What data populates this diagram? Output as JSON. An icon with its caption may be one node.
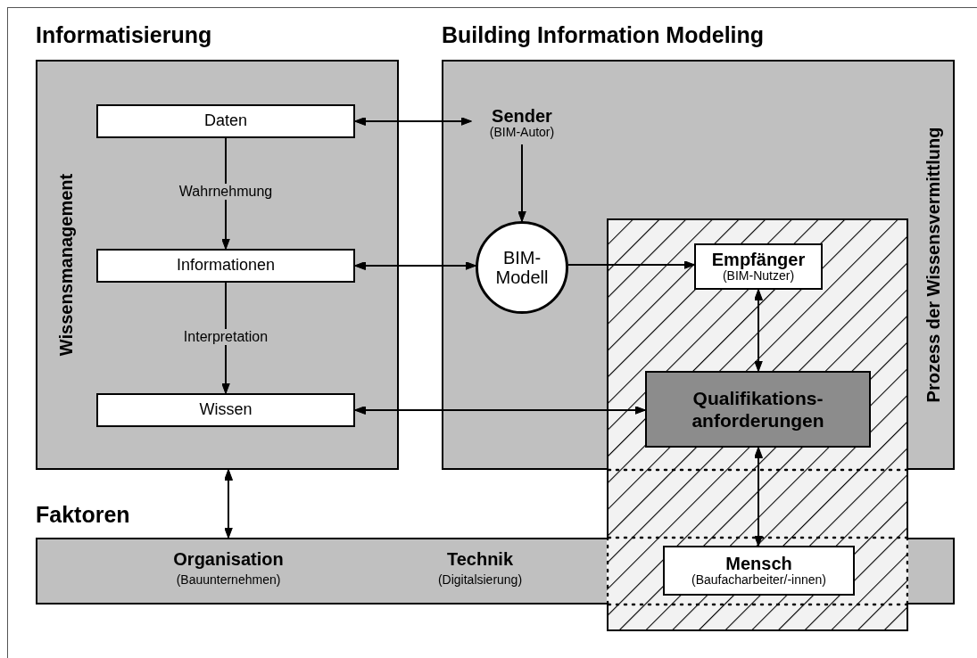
{
  "diagram": {
    "nodes": [
      {
        "text": [
          "Informatisierung",
          "Wissensmanagement"
        ]
      },
      {
        "text": [
          "Daten"
        ],
        "in": 0
      },
      {
        "text": [
          "Informationen"
        ],
        "in": 0
      },
      {
        "text": [
          "Wissen"
        ],
        "in": 0
      },
      {
        "text": [
          "Building Information Modeling",
          "Prozess der Wissensvermittlung"
        ]
      },
      {
        "text": [
          "Sender",
          "(BIM-Autor)"
        ],
        "in": 4
      },
      {
        "text": [
          "BIM- Modell"
        ],
        "in": 4
      },
      {
        "text": [
          "Empfänger",
          "(BIM-Nutzer)"
        ],
        "in": 4
      },
      {
        "text": [
          "Qualifikations- anforderungen"
        ],
        "in": 4
      },
      {
        "text": [
          "Faktoren",
          "Organisation",
          "(Bauunternehmen)",
          "Technik",
          "(Digitalsierung)"
        ]
      },
      {
        "text": [
          "Mensch",
          "(Baufacharbeiter/-innen)"
        ],
        "in": 9
      }
    ],
    "edges": [
      {
        "from": 1,
        "to": 5,
        "arrow": "both"
      },
      {
        "from": 1,
        "to": 2,
        "arrow": "to",
        "label": "Wahrnehmung"
      },
      {
        "from": 2,
        "to": 3,
        "arrow": "to",
        "label": "Interpretation"
      },
      {
        "from": 5,
        "to": 6,
        "arrow": "to"
      },
      {
        "from": 2,
        "to": 6,
        "arrow": "both"
      },
      {
        "from": 6,
        "to": 7,
        "arrow": "to"
      },
      {
        "from": 7,
        "to": 8,
        "arrow": "both"
      },
      {
        "from": 3,
        "to": 8,
        "arrow": "both"
      },
      {
        "from": 8,
        "to": 10,
        "arrow": "both"
      },
      {
        "from": 0,
        "to": 9,
        "arrow": "both"
      }
    ]
  }
}
